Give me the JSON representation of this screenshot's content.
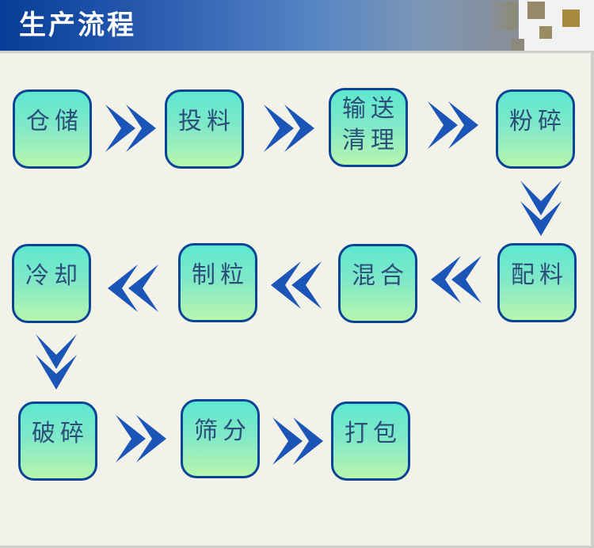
{
  "header": {
    "title": "生产流程"
  },
  "colors": {
    "node_border": "#0a4497",
    "node_fill_top": "#5ee8d0",
    "node_fill_bottom": "#b8f6ae",
    "node_text": "#2c4f7a",
    "arrow": "#1b55b8",
    "panel_background": "#f3f2e9"
  },
  "flow": {
    "steps": [
      {
        "label": "仓储"
      },
      {
        "label": "投料"
      },
      {
        "label": "输送清理"
      },
      {
        "label": "粉碎"
      },
      {
        "label": "配料"
      },
      {
        "label": "混合"
      },
      {
        "label": "制粒"
      },
      {
        "label": "冷却"
      },
      {
        "label": "破碎"
      },
      {
        "label": "筛分"
      },
      {
        "label": "打包"
      }
    ],
    "arrows": [
      {
        "from": "仓储",
        "to": "投料",
        "direction": "right",
        "icon": "double-chevron-right-icon"
      },
      {
        "from": "投料",
        "to": "输送清理",
        "direction": "right",
        "icon": "double-chevron-right-icon"
      },
      {
        "from": "输送清理",
        "to": "粉碎",
        "direction": "right",
        "icon": "double-chevron-right-icon"
      },
      {
        "from": "粉碎",
        "to": "配料",
        "direction": "down",
        "icon": "double-chevron-down-icon"
      },
      {
        "from": "配料",
        "to": "混合",
        "direction": "left",
        "icon": "double-chevron-left-icon"
      },
      {
        "from": "混合",
        "to": "制粒",
        "direction": "left",
        "icon": "double-chevron-left-icon"
      },
      {
        "from": "制粒",
        "to": "冷却",
        "direction": "left",
        "icon": "double-chevron-left-icon"
      },
      {
        "from": "冷却",
        "to": "破碎",
        "direction": "down",
        "icon": "double-chevron-down-icon"
      },
      {
        "from": "破碎",
        "to": "筛分",
        "direction": "right",
        "icon": "double-chevron-right-icon"
      },
      {
        "from": "筛分",
        "to": "打包",
        "direction": "right",
        "icon": "double-chevron-right-icon"
      }
    ]
  }
}
